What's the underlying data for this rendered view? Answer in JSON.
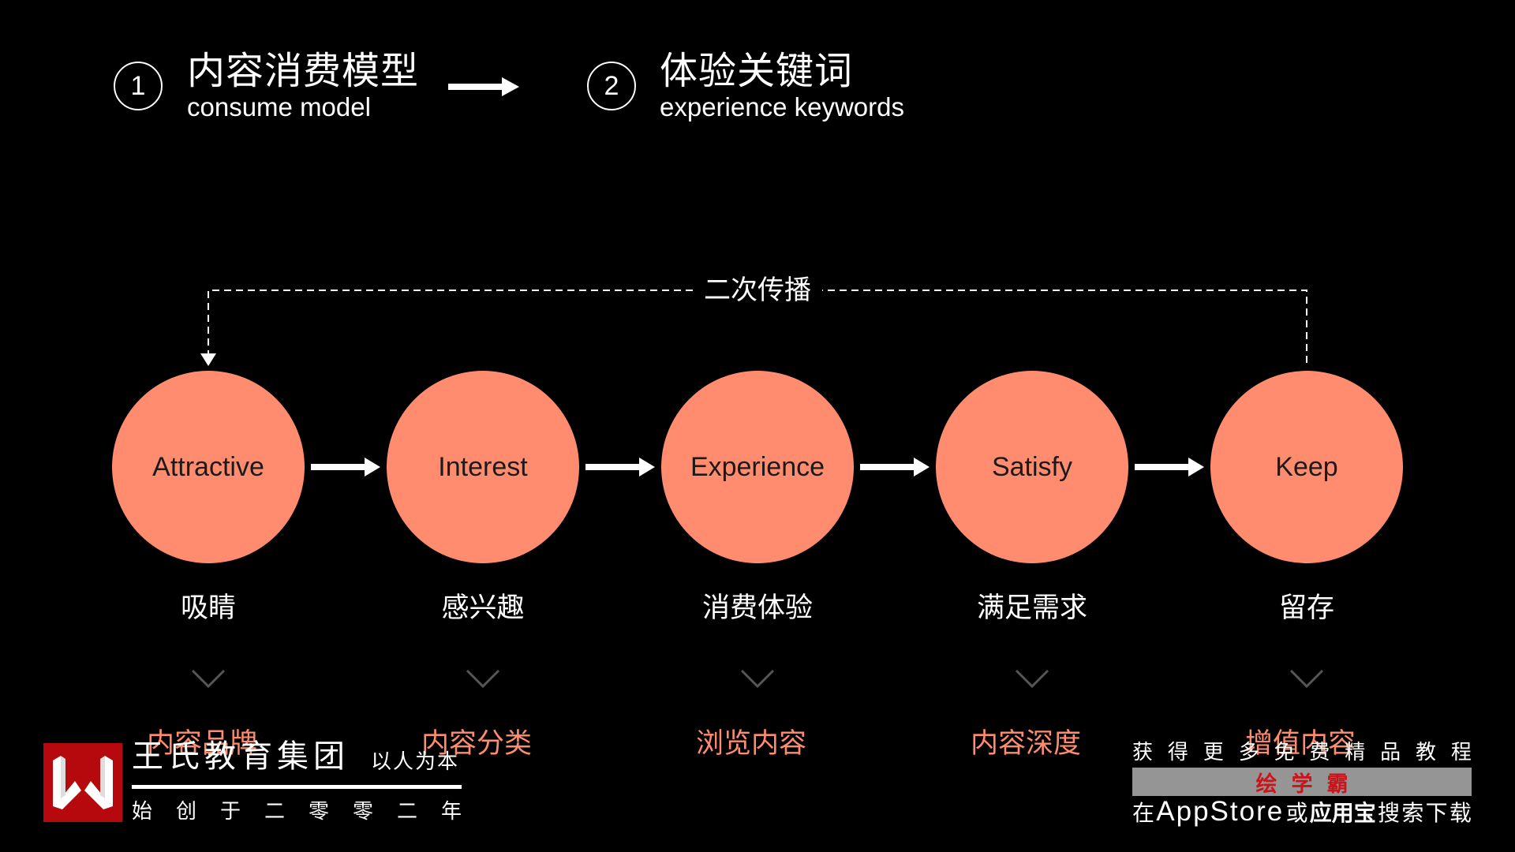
{
  "header": {
    "steps": [
      {
        "number": "1",
        "title": "内容消费模型",
        "subtitle": "consume model"
      },
      {
        "number": "2",
        "title": "体验关键词",
        "subtitle": "experience keywords"
      }
    ],
    "connector_icon": "arrow-right-icon"
  },
  "diagram": {
    "accent_color": "#FF8C6E",
    "loop_label": "二次传播",
    "loop_from": "Keep",
    "loop_to": "Attractive",
    "stages": [
      {
        "name": "Attractive",
        "cn": "吸睛",
        "result": "内容品牌"
      },
      {
        "name": "Interest",
        "cn": "感兴趣",
        "result": "内容分类"
      },
      {
        "name": "Experience",
        "cn": "消费体验",
        "result": "浏览内容"
      },
      {
        "name": "Satisfy",
        "cn": "满足需求",
        "result": "内容深度"
      },
      {
        "name": "Keep",
        "cn": "留存",
        "result": "增值内容"
      }
    ]
  },
  "footer": {
    "brand": {
      "logo_icon": "w-logo-icon",
      "name": "王氏教育集团",
      "slogan": "以人为本",
      "since": "始创于二零零二年",
      "logo_color": "#B5090E"
    },
    "promo": {
      "top_chars": [
        "获",
        "得",
        "更",
        "多",
        "免",
        "费",
        "精",
        "品",
        "教",
        "程"
      ],
      "app_name": "绘学霸",
      "bottom": {
        "prefix": "在",
        "store": "AppStore",
        "or": "或",
        "alt_store": "应用宝",
        "suffix": [
          "搜",
          "索",
          "下",
          "载"
        ]
      }
    }
  }
}
